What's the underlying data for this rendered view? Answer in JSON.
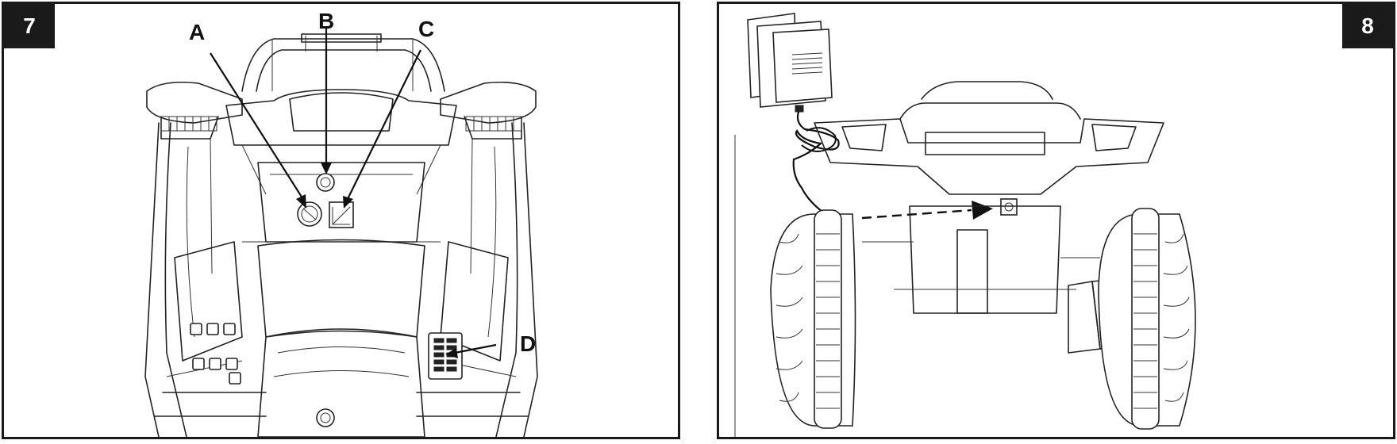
{
  "panel7": {
    "number": "7",
    "labels": {
      "a": "A",
      "b": "B",
      "c": "C",
      "d": "D"
    }
  },
  "panel8": {
    "number": "8"
  },
  "colors": {
    "ink": "#1a1a1a",
    "paper": "#ffffff"
  }
}
